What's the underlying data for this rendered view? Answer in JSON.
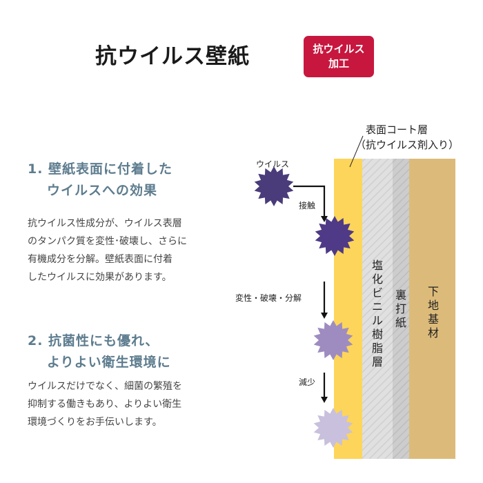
{
  "header": {
    "title": "抗ウイルス壁紙",
    "badge_line1": "抗ウイルス",
    "badge_line2": "加工"
  },
  "section1": {
    "heading_line1": "1. 壁紙表面に付着した",
    "heading_line2": "ウイルスへの効果",
    "body_lines": [
      "抗ウイルス性成分が、ウイルス表層",
      "のタンパク質を変性･破壊し、さらに",
      "有機成分を分解。壁紙表面に付着",
      "したウイルスに効果があります。"
    ]
  },
  "section2": {
    "heading_line1": "2. 抗菌性にも優れ、",
    "heading_line2": "よりよい衛生環境に",
    "body_lines": [
      "ウイルスだけでなく、細菌の繁殖を",
      "抑制する働きもあり、よりよい衛生",
      "環境づくりをお手伝いします。"
    ]
  },
  "diagram": {
    "virus_label": "ウイルス",
    "step_contact": "接触",
    "step_denature": "変性・破壊・分解",
    "step_reduce": "減少",
    "surface_label_line1": "表面コート層",
    "surface_label_line2": "（抗ウイルス剤入り）",
    "pvc_label": "塩化ビニル樹脂層",
    "backing_label": "裏打紙",
    "substrate_label": "下地基材",
    "colors": {
      "surface_coat": "#fdd55a",
      "pvc": "#d9d9d9",
      "backing": "#c9c9c9",
      "substrate": "#dcbb7a",
      "virus_stage1": "#4a3c7a",
      "virus_stage2": "#4e3a86",
      "virus_stage3": "#9e8cc0",
      "virus_stage4": "#c8c0dc",
      "badge": "#c7173f",
      "heading": "#5d7c8e"
    }
  }
}
